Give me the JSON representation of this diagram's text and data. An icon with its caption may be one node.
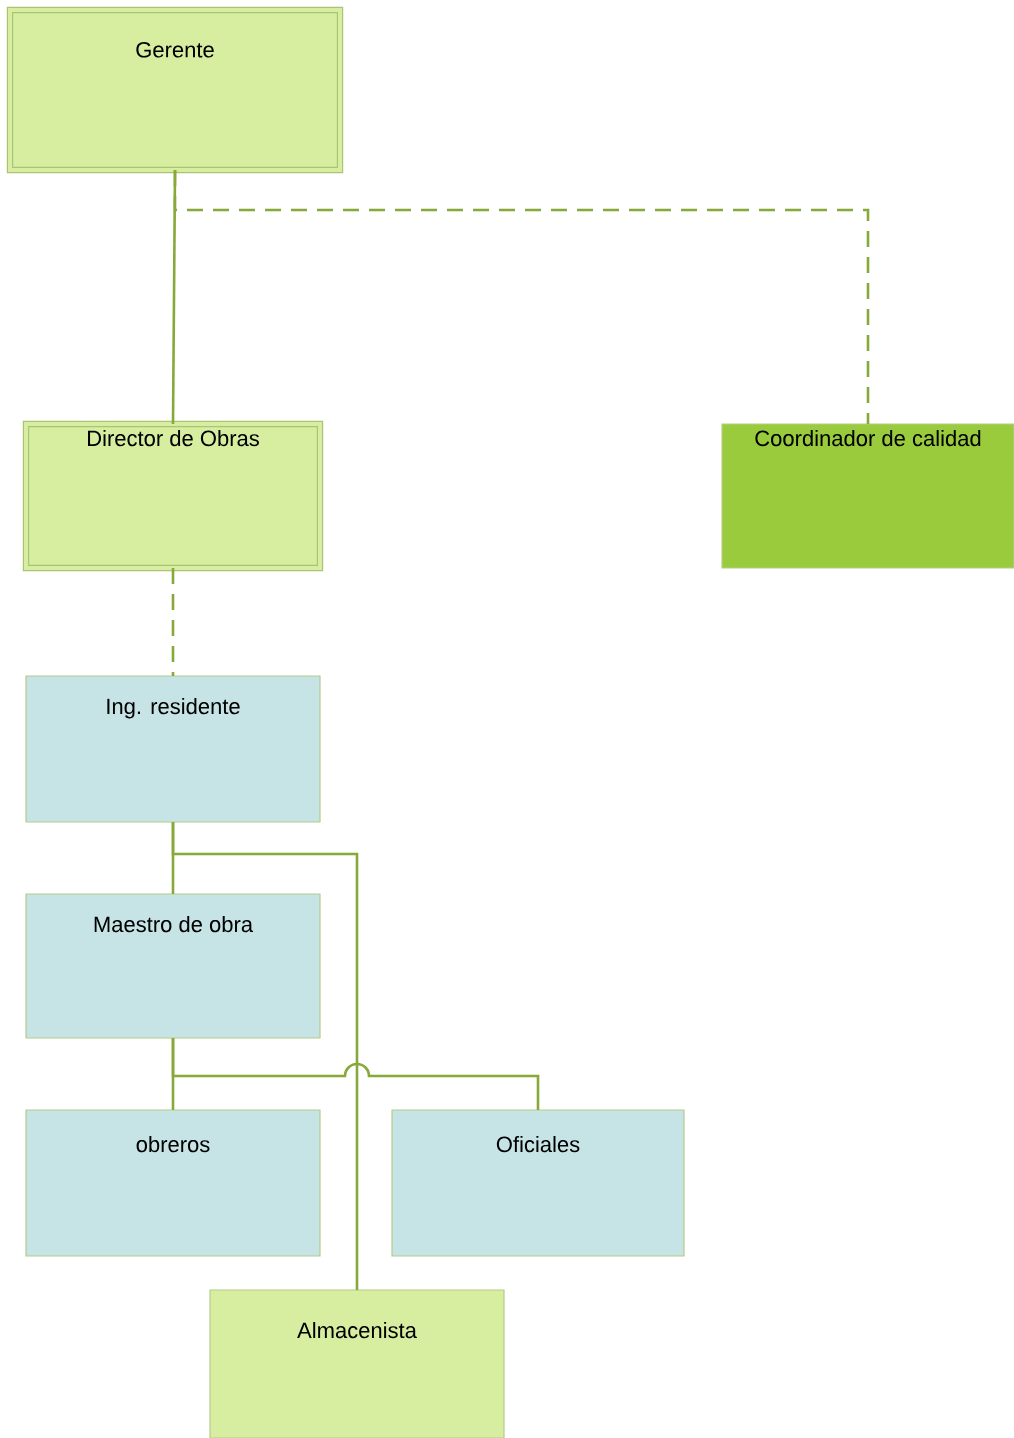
{
  "diagram": {
    "nodes": [
      {
        "text": [
          "Gerente"
        ]
      },
      {
        "text": [
          "Director de Obras"
        ]
      },
      {
        "text": [
          "Coordinador de calidad"
        ]
      },
      {
        "text": [
          "Ing. residente"
        ]
      },
      {
        "text": [
          "Maestro de obra"
        ]
      },
      {
        "text": [
          "obreros"
        ]
      },
      {
        "text": [
          "Oficiales"
        ]
      },
      {
        "text": [
          "Almacenista"
        ]
      }
    ],
    "edges": [
      {
        "from": 0,
        "to": 1,
        "arrow": "none"
      },
      {
        "from": 0,
        "to": 2,
        "arrow": "none",
        "style": "dashed"
      },
      {
        "from": 1,
        "to": 3,
        "arrow": "none",
        "style": "dashed"
      },
      {
        "from": 3,
        "to": 4,
        "arrow": "none"
      },
      {
        "from": 3,
        "to": 7,
        "arrow": "none"
      },
      {
        "from": 4,
        "to": 5,
        "arrow": "none"
      },
      {
        "from": 4,
        "to": 6,
        "arrow": "none"
      }
    ]
  }
}
